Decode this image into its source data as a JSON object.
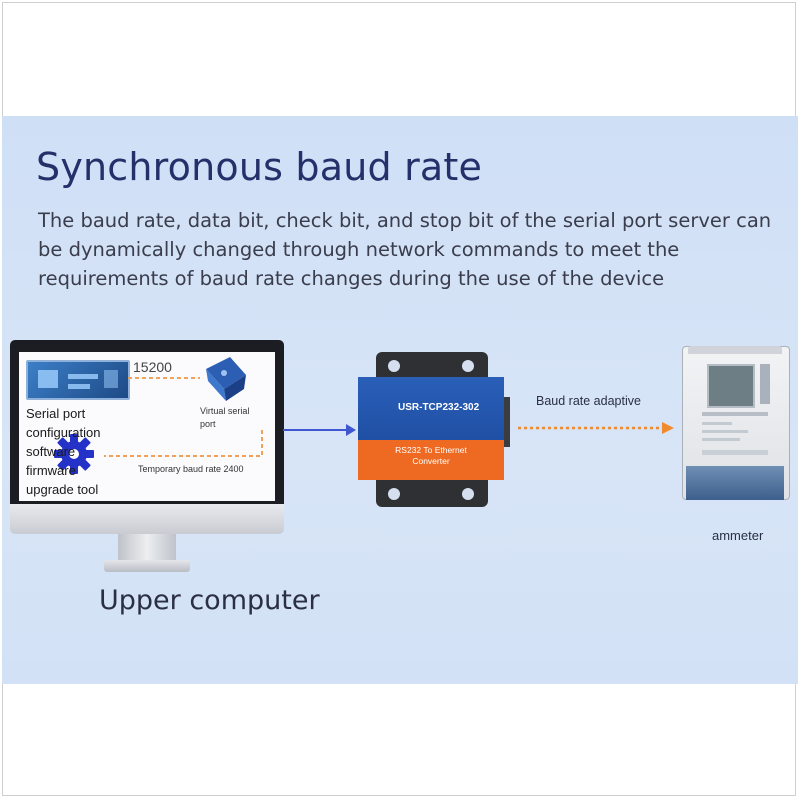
{
  "title": "Synchronous baud rate",
  "description": "The baud rate, data bit, check bit, and stop bit of the serial port server can be dynamically changed through network commands to meet the requirements of baud rate changes during the use of the device",
  "computer": {
    "software_lines": [
      "Serial port",
      "configuration",
      "software",
      "firmware",
      "upgrade tool"
    ],
    "baud_value": "15200",
    "virtual_port_lines": [
      "Virtual serial",
      "port"
    ],
    "temp_baud_label": "Temporary baud rate 2400",
    "label": "Upper computer"
  },
  "device": {
    "model": "USR-TCP232-302",
    "converter_lines": [
      "RS232 To Ethernet",
      "Converter"
    ]
  },
  "link": {
    "label": "Baud rate adaptive"
  },
  "meter": {
    "label": "ammeter"
  },
  "colors": {
    "title": "#24306a",
    "panel_bg": "#d2e1f6",
    "arrow_blue": "#3e57d0",
    "arrow_orange": "#f08a2e",
    "device_blue": "#1f4fa4",
    "device_orange": "#ee6a22"
  },
  "icons": [
    "gear-icon",
    "serial-connector-icon"
  ]
}
